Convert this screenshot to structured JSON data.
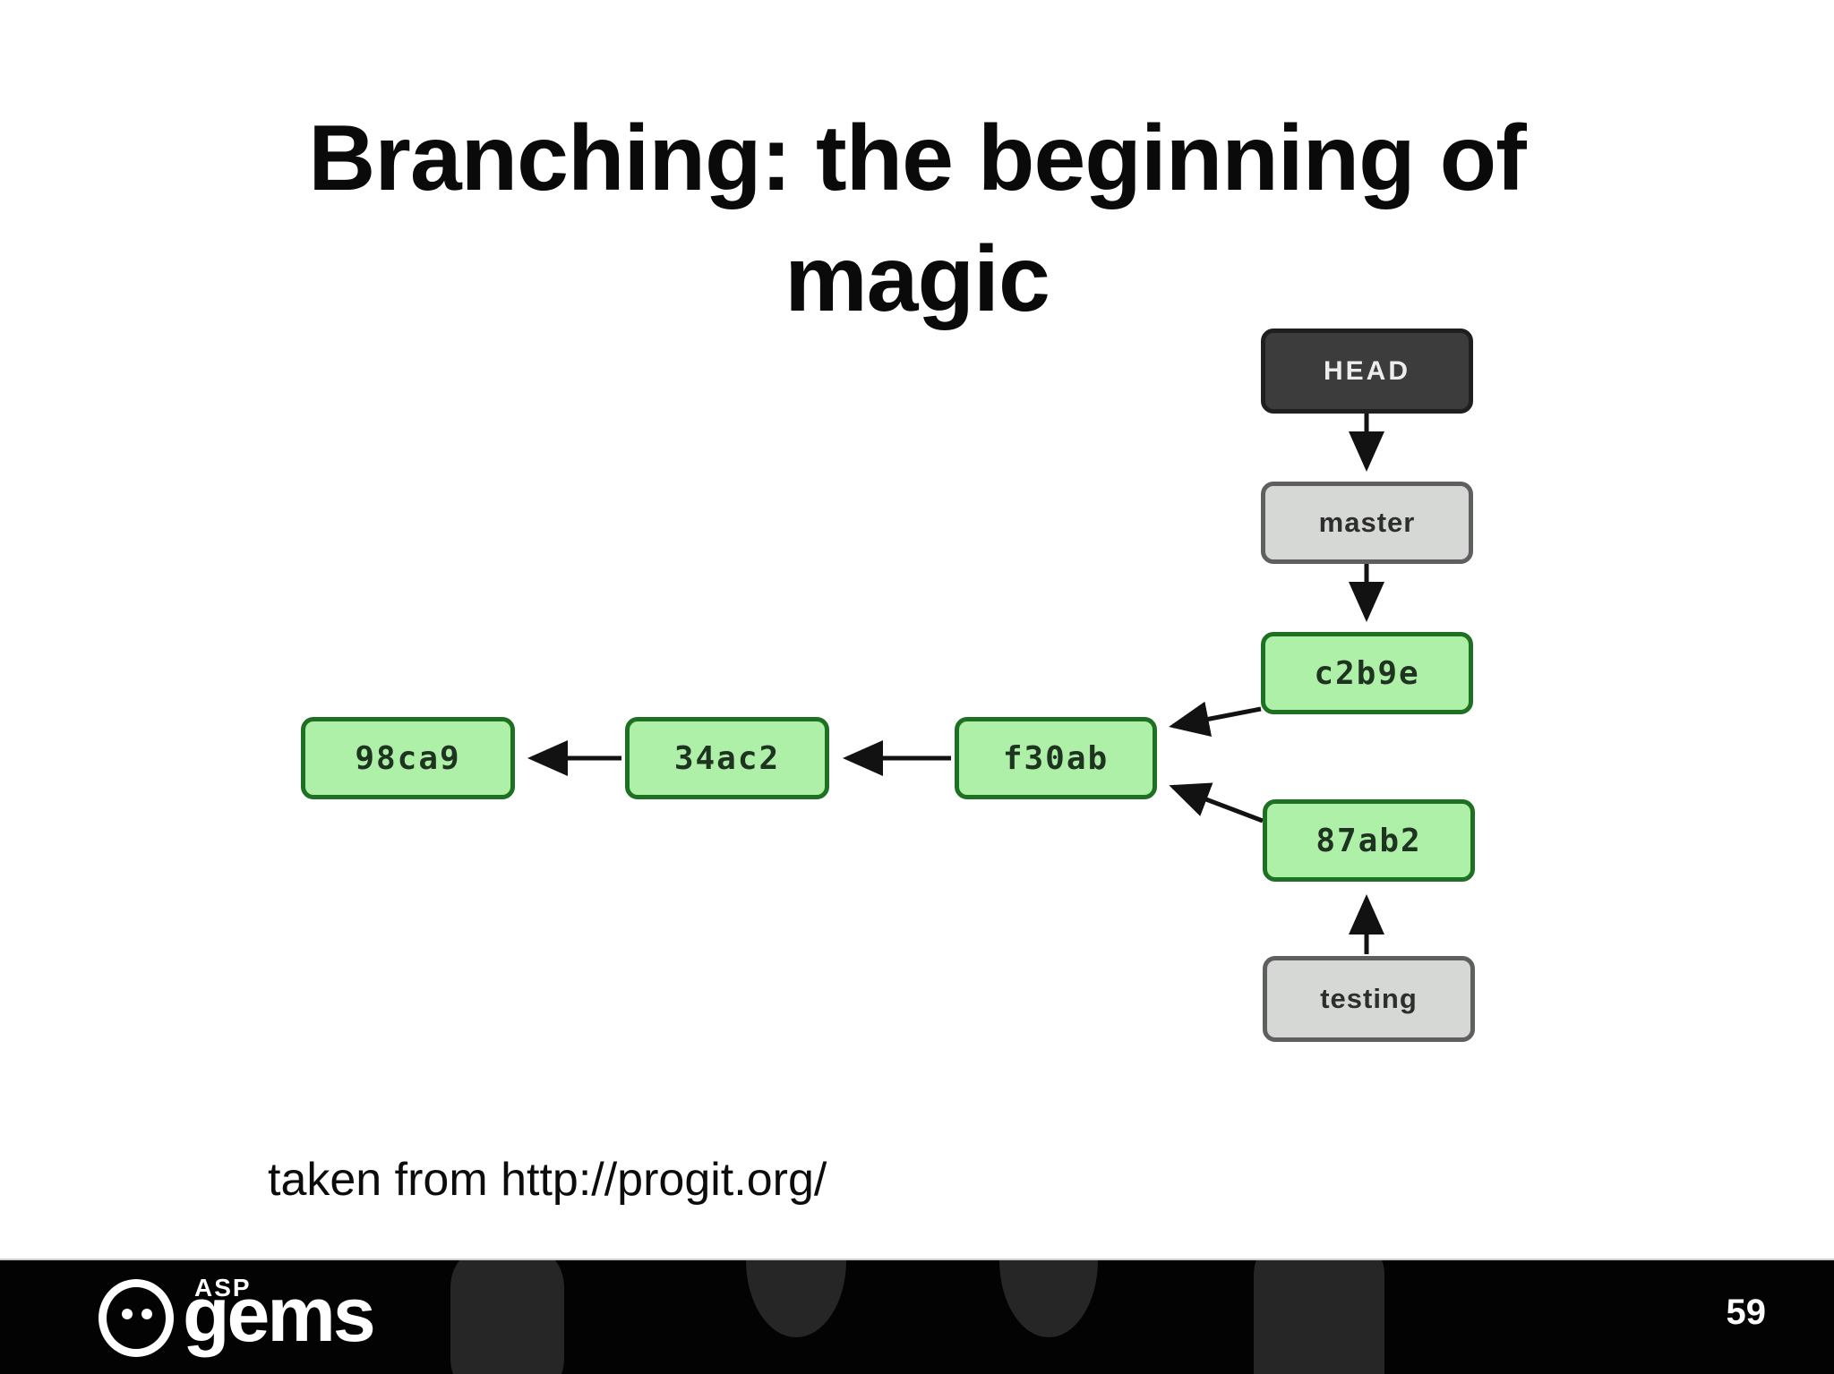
{
  "slide": {
    "title_line1": "Branching: the beginning of",
    "title_line2": "magic",
    "caption": "taken from http://progit.org/"
  },
  "diagram": {
    "nodes": [
      {
        "id": "head",
        "label": "HEAD",
        "kind": "head-pointer"
      },
      {
        "id": "master",
        "label": "master",
        "kind": "branch"
      },
      {
        "id": "c2b9e",
        "label": "c2b9e",
        "kind": "commit"
      },
      {
        "id": "98ca9",
        "label": "98ca9",
        "kind": "commit"
      },
      {
        "id": "34ac2",
        "label": "34ac2",
        "kind": "commit"
      },
      {
        "id": "f30ab",
        "label": "f30ab",
        "kind": "commit"
      },
      {
        "id": "87ab2",
        "label": "87ab2",
        "kind": "commit"
      },
      {
        "id": "testing",
        "label": "testing",
        "kind": "branch"
      }
    ],
    "edges": [
      {
        "from": "HEAD",
        "to": "master"
      },
      {
        "from": "master",
        "to": "c2b9e"
      },
      {
        "from": "c2b9e",
        "to": "f30ab"
      },
      {
        "from": "f30ab",
        "to": "34ac2"
      },
      {
        "from": "34ac2",
        "to": "98ca9"
      },
      {
        "from": "87ab2",
        "to": "f30ab"
      },
      {
        "from": "testing",
        "to": "87ab2"
      }
    ],
    "colors": {
      "commit_fill": "#aef0a8",
      "commit_border": "#1e7023",
      "branch_fill": "#d6d8d5",
      "branch_border": "#5f5f5f",
      "head_fill": "#3c3c3c",
      "head_border": "#1f1f1f",
      "arrow": "#121212"
    }
  },
  "footer": {
    "brand_top": "ASP",
    "brand_bottom": "gems",
    "page_number": "59"
  }
}
